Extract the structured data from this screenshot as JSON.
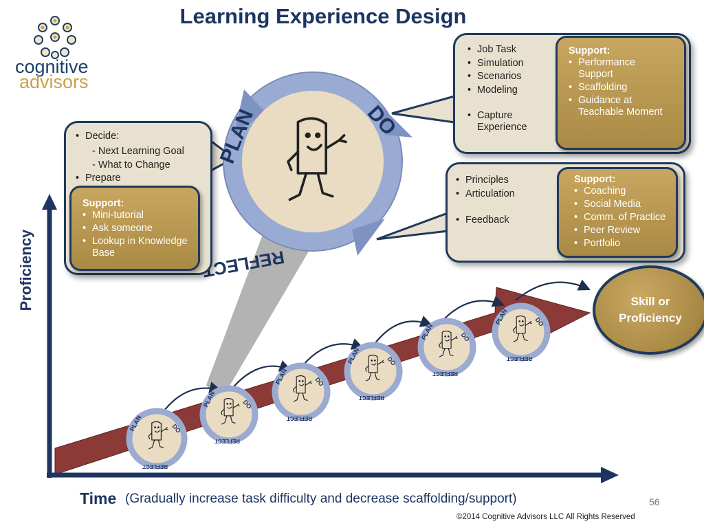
{
  "title": "Learning Experience Design",
  "logo": {
    "line1": "cognitive",
    "line2": "advisors"
  },
  "cycle_labels": {
    "plan": "PLAN",
    "do": "DO",
    "reflect": "REFLECT"
  },
  "plan_callout": {
    "items": [
      "Decide:"
    ],
    "subitems": [
      "- Next Learning Goal",
      "- What to Change"
    ],
    "items_after": [
      "Prepare"
    ],
    "support": {
      "title": "Support:",
      "items": [
        "Mini-tutorial",
        "Ask someone",
        "Lookup in Knowledge Base"
      ]
    }
  },
  "do_callout": {
    "items": [
      "Job Task",
      "Simulation",
      "Scenarios",
      "Modeling",
      "Capture Experience"
    ],
    "support": {
      "title": "Support:",
      "items": [
        "Performance Support",
        "Scaffolding",
        "Guidance at Teachable Moment"
      ]
    }
  },
  "reflect_callout": {
    "items": [
      "Principles",
      "Articulation",
      "Feedback"
    ],
    "support": {
      "title": "Support:",
      "items": [
        "Coaching",
        "Social Media",
        "Comm. of Practice",
        "Peer Review",
        "Portfolio"
      ]
    }
  },
  "goal": {
    "line1": "Skill or",
    "line2": "Proficiency"
  },
  "axes": {
    "y_label": "Proficiency",
    "x_label_bold": "Time",
    "x_label_rest": "(Gradually increase task difficulty and decrease scaffolding/support)"
  },
  "page_number": "56",
  "copyright": "©2014  Cognitive Advisors LLC All Rights Reserved"
}
